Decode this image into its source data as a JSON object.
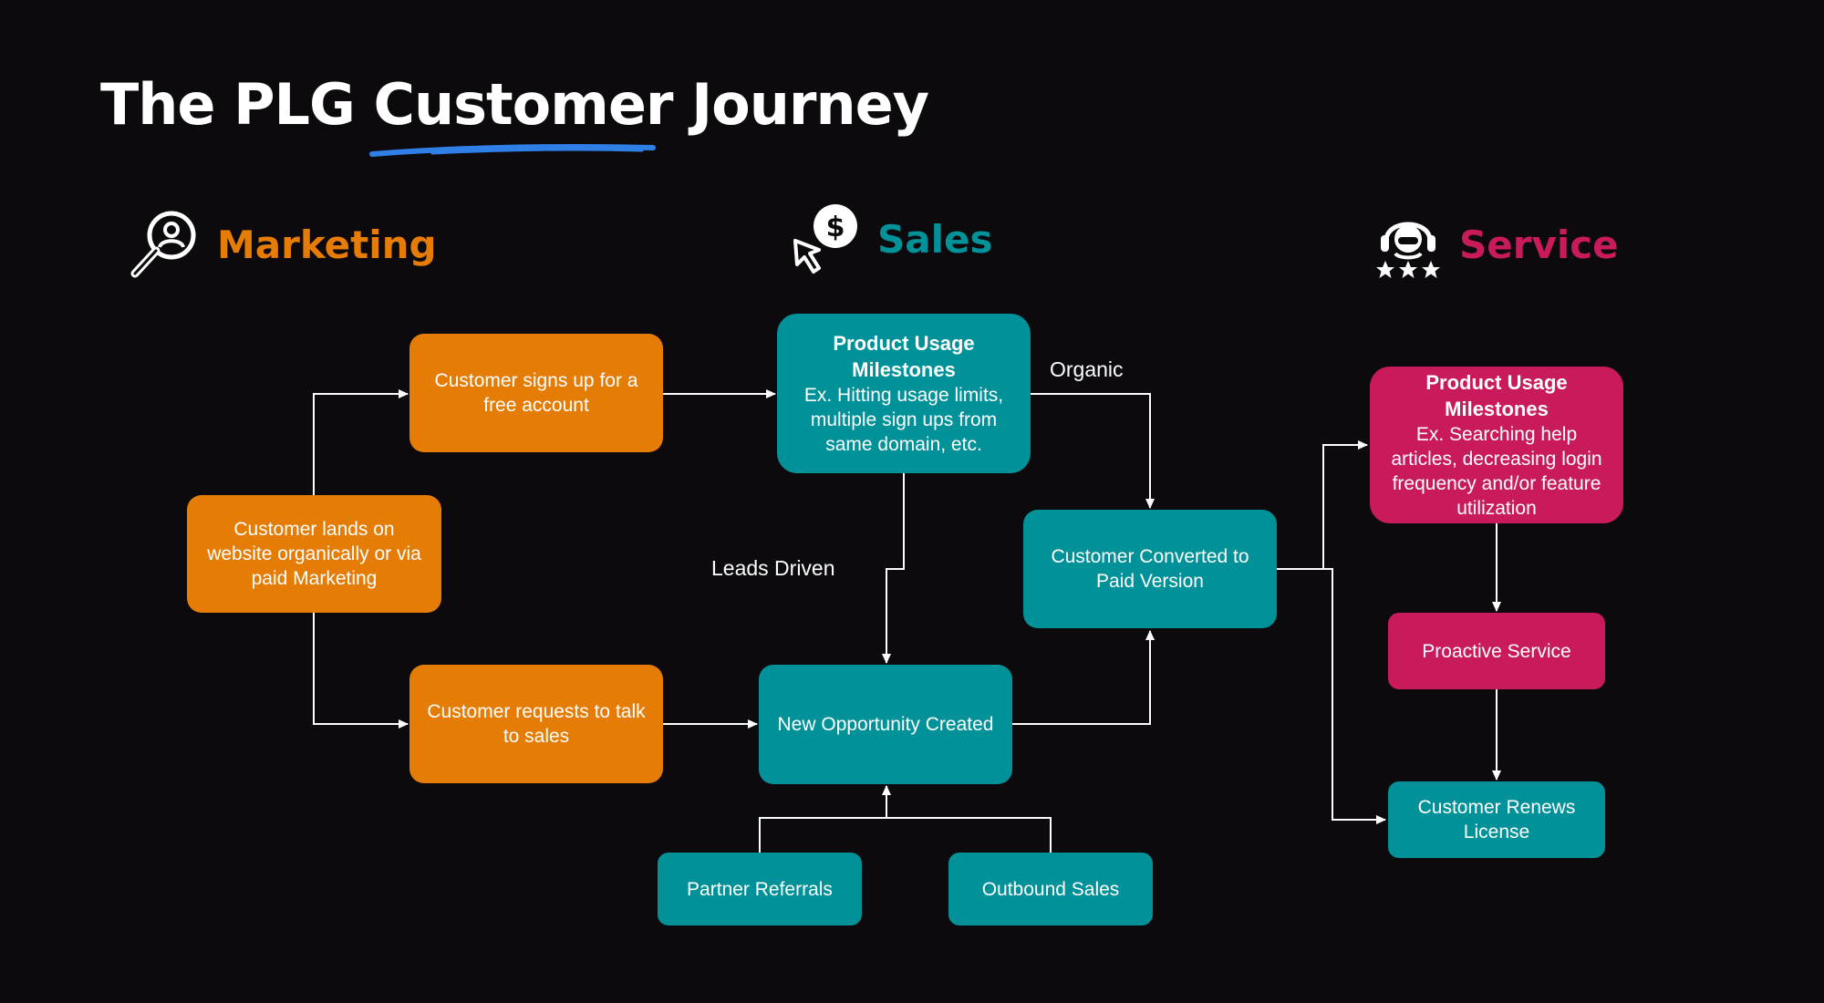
{
  "title": "The PLG Customer Journey",
  "colors": {
    "background": "#0c0a0d",
    "marketing": "#e57c06",
    "sales": "#009199",
    "service": "#c91b5b",
    "underline": "#2f7fe6",
    "connector": "#ffffff"
  },
  "sections": {
    "marketing": {
      "label": "Marketing",
      "icon": "magnifier-user-icon"
    },
    "sales": {
      "label": "Sales",
      "icon": "cursor-dollar-icon"
    },
    "service": {
      "label": "Service",
      "icon": "headset-stars-icon"
    }
  },
  "nodes": {
    "lands": "Customer lands on website organically or via paid Marketing",
    "signup": "Customer signs up for a free account",
    "requests": "Customer requests to talk to sales",
    "sales_milestones": {
      "title": "Product Usage Milestones",
      "body": "Ex. Hitting usage limits, multiple sign ups from same domain, etc."
    },
    "opportunity": "New Opportunity Created",
    "partner": "Partner Referrals",
    "outbound": "Outbound Sales",
    "converted": "Customer Converted to Paid Version",
    "service_milestones": {
      "title": "Product Usage Milestones",
      "body": "Ex. Searching help articles, decreasing login frequency and/or feature utilization"
    },
    "proactive": "Proactive Service",
    "renews": "Customer Renews License"
  },
  "edge_labels": {
    "organic": "Organic",
    "leads": "Leads Driven"
  }
}
